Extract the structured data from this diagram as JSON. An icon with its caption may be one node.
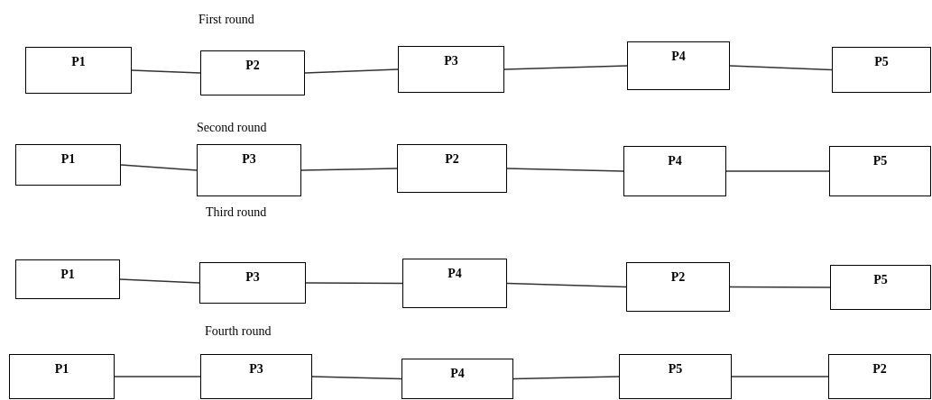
{
  "diagram": {
    "nodes": [
      {
        "text": [
          "P1"
        ]
      },
      {
        "text": [
          "P2"
        ]
      },
      {
        "text": [
          "P3"
        ]
      },
      {
        "text": [
          "P4"
        ]
      },
      {
        "text": [
          "P5"
        ]
      },
      {
        "text": [
          "P1"
        ]
      },
      {
        "text": [
          "P3"
        ]
      },
      {
        "text": [
          "P2"
        ]
      },
      {
        "text": [
          "P4"
        ]
      },
      {
        "text": [
          "P5"
        ]
      },
      {
        "text": [
          "P1"
        ]
      },
      {
        "text": [
          "P3"
        ]
      },
      {
        "text": [
          "P4"
        ]
      },
      {
        "text": [
          "P2"
        ]
      },
      {
        "text": [
          "P5"
        ]
      },
      {
        "text": [
          "P1"
        ]
      },
      {
        "text": [
          "P3"
        ]
      },
      {
        "text": [
          "P4"
        ]
      },
      {
        "text": [
          "P5"
        ]
      },
      {
        "text": [
          "P2"
        ]
      }
    ],
    "edges": [
      {
        "from": 0,
        "to": 1,
        "arrow": "none"
      },
      {
        "from": 1,
        "to": 2,
        "arrow": "none"
      },
      {
        "from": 2,
        "to": 3,
        "arrow": "none"
      },
      {
        "from": 3,
        "to": 4,
        "arrow": "none"
      },
      {
        "from": 5,
        "to": 6,
        "arrow": "none"
      },
      {
        "from": 6,
        "to": 7,
        "arrow": "none"
      },
      {
        "from": 7,
        "to": 8,
        "arrow": "none"
      },
      {
        "from": 8,
        "to": 9,
        "arrow": "none"
      },
      {
        "from": 10,
        "to": 11,
        "arrow": "none"
      },
      {
        "from": 11,
        "to": 12,
        "arrow": "none"
      },
      {
        "from": 12,
        "to": 13,
        "arrow": "none"
      },
      {
        "from": 13,
        "to": 14,
        "arrow": "none"
      },
      {
        "from": 15,
        "to": 16,
        "arrow": "none"
      },
      {
        "from": 16,
        "to": 17,
        "arrow": "none"
      },
      {
        "from": 17,
        "to": 18,
        "arrow": "none"
      },
      {
        "from": 18,
        "to": 19,
        "arrow": "none"
      }
    ],
    "labels": [
      "First round",
      "Second round",
      "Third round",
      "Fourth round"
    ]
  }
}
